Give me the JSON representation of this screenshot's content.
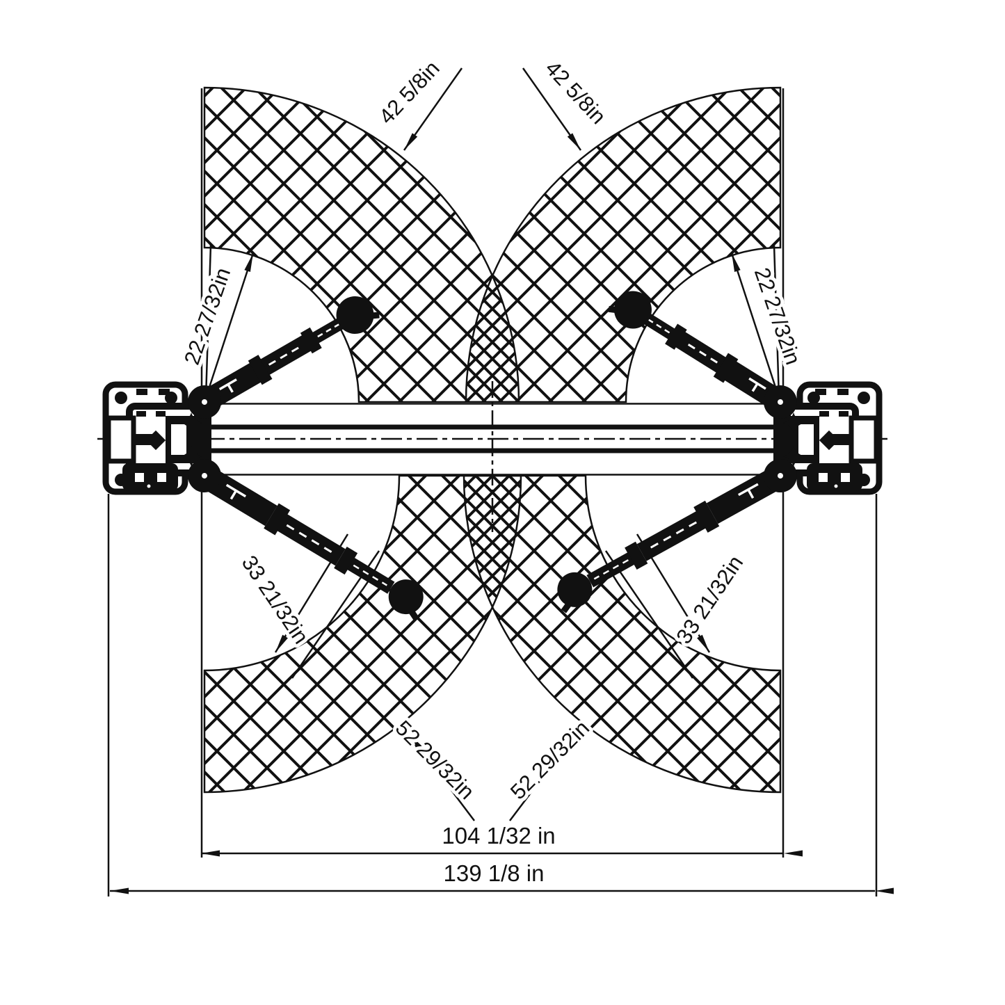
{
  "diagram": {
    "type": "two-post-car-lift-top-view-arm-sweep",
    "units": "in",
    "dimensions": {
      "front_arm_max_reach": "42 5/8in",
      "front_arm_min_reach": "22 27/32in",
      "rear_arm_min_reach": "33 21/32in",
      "rear_arm_max_reach": "52 29/32in",
      "inner_width": "104 1/32 in",
      "overall_width": "139 1/8 in"
    },
    "colors": {
      "line": "#111111",
      "background": "#ffffff"
    }
  }
}
